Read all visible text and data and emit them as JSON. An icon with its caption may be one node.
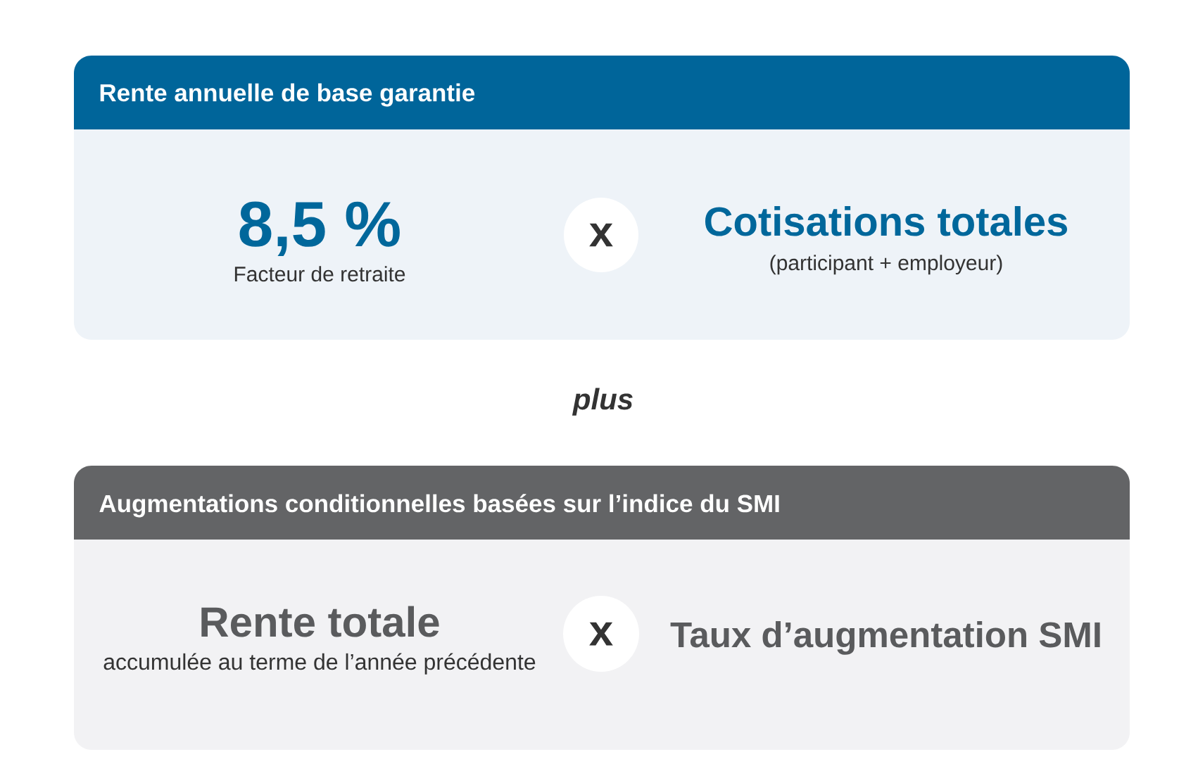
{
  "diagram": {
    "nodes": [
      {
        "text": [
          "Rente annuelle de base garantie",
          "8,5 %",
          "Facteur de retraite",
          "Cotisations totales",
          "(participant + employeur)"
        ]
      },
      {
        "text": [
          "x"
        ],
        "in": 0
      },
      {
        "text": [
          "Augmentations conditionnelles basées sur l’indice du SMI",
          "Rente totale",
          "accumulée au terme de l’année précédente",
          "Taux d’augmentation SMI"
        ]
      },
      {
        "text": [
          "x"
        ],
        "in": 2
      }
    ],
    "labels": [
      "plus"
    ]
  }
}
